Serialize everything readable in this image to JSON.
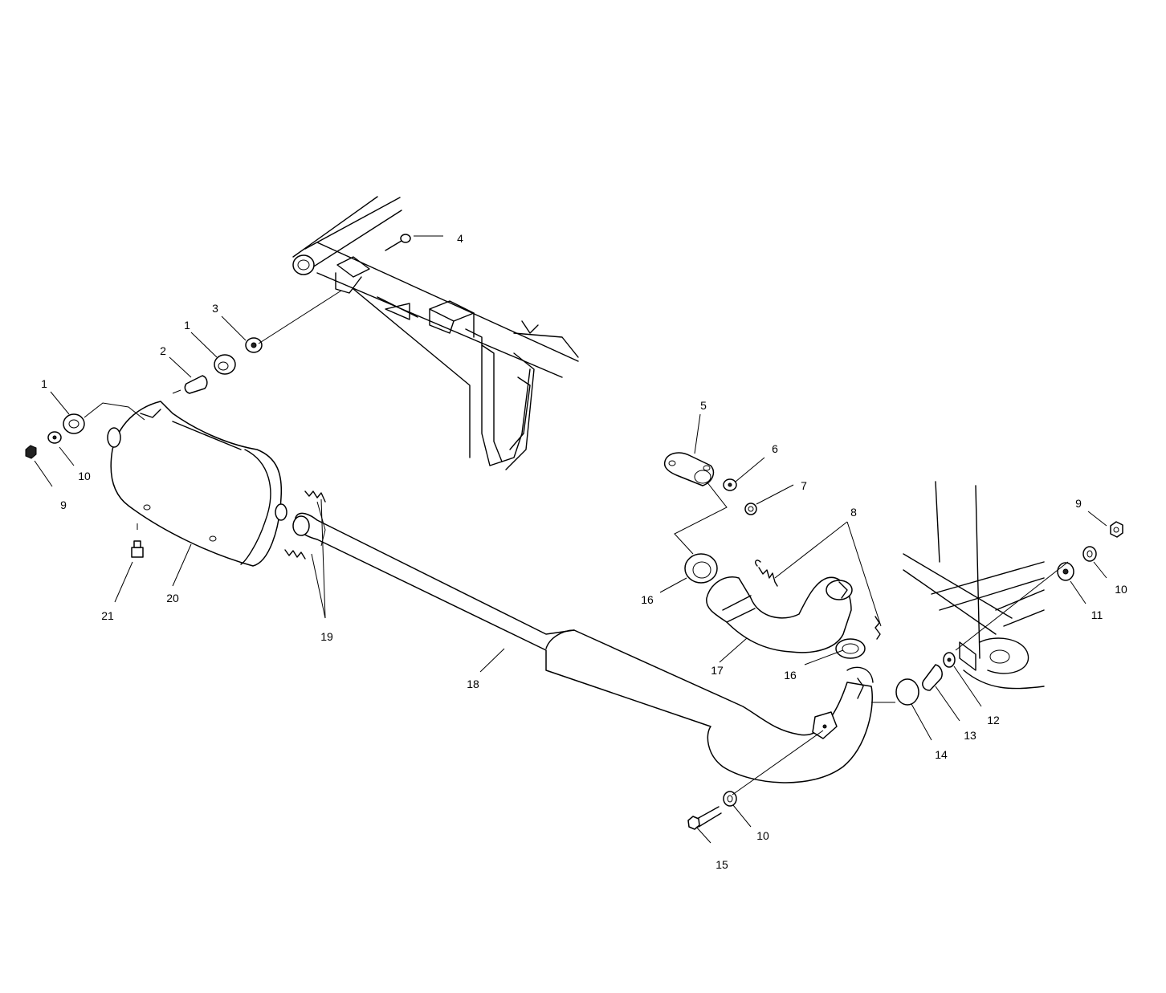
{
  "callouts": [
    {
      "id": "c1a",
      "text": "1"
    },
    {
      "id": "c1b",
      "text": "1"
    },
    {
      "id": "c2",
      "text": "2"
    },
    {
      "id": "c3",
      "text": "3"
    },
    {
      "id": "c4",
      "text": "4"
    },
    {
      "id": "c5",
      "text": "5"
    },
    {
      "id": "c6",
      "text": "6"
    },
    {
      "id": "c7",
      "text": "7"
    },
    {
      "id": "c8",
      "text": "8"
    },
    {
      "id": "c9a",
      "text": "9"
    },
    {
      "id": "c9b",
      "text": "9"
    },
    {
      "id": "c10a",
      "text": "10"
    },
    {
      "id": "c10b",
      "text": "10"
    },
    {
      "id": "c10c",
      "text": "10"
    },
    {
      "id": "c11",
      "text": "11"
    },
    {
      "id": "c12",
      "text": "12"
    },
    {
      "id": "c13",
      "text": "13"
    },
    {
      "id": "c14",
      "text": "14"
    },
    {
      "id": "c15",
      "text": "15"
    },
    {
      "id": "c16a",
      "text": "16"
    },
    {
      "id": "c16b",
      "text": "16"
    },
    {
      "id": "c17",
      "text": "17"
    },
    {
      "id": "c18",
      "text": "18"
    },
    {
      "id": "c19",
      "text": "19"
    },
    {
      "id": "c20",
      "text": "20"
    },
    {
      "id": "c21",
      "text": "21"
    }
  ]
}
